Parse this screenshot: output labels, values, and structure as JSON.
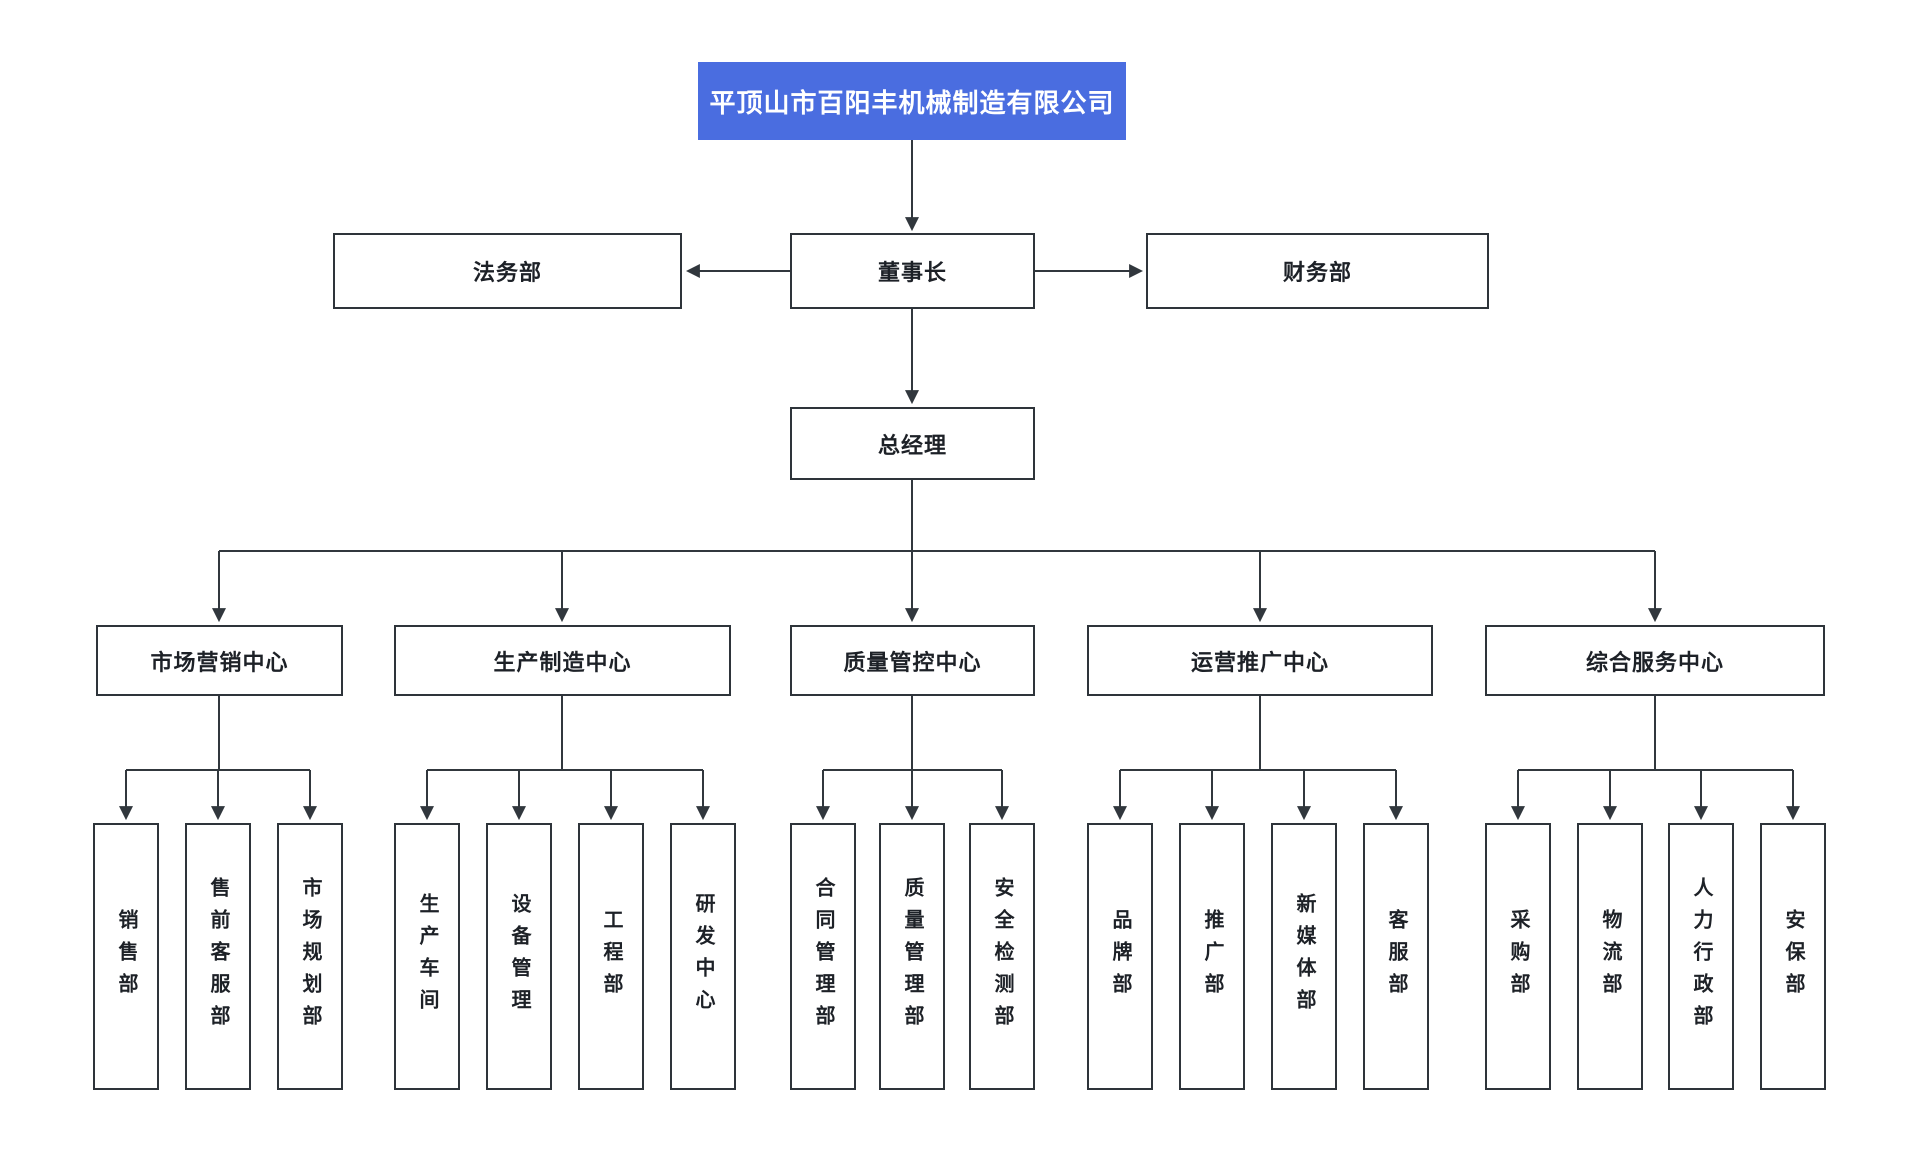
{
  "diagram_type": "org-chart",
  "colors": {
    "root_background": "#4a6de0",
    "root_text": "#ffffff",
    "box_background": "#ffffff",
    "box_border": "#2e343a",
    "connector_line": "#31373d",
    "label_text": "#1d2127"
  },
  "root": {
    "label": "平顶山市百阳丰机械制造有限公司"
  },
  "level2": [
    {
      "label": "法务部"
    },
    {
      "label": "董事长"
    },
    {
      "label": "财务部"
    }
  ],
  "level3": {
    "label": "总经理"
  },
  "centers": [
    {
      "label": "市场营销中心",
      "departments": [
        "销售部",
        "售前客服部",
        "市场规划部"
      ]
    },
    {
      "label": "生产制造中心",
      "departments": [
        "生产车间",
        "设备管理",
        "工程部",
        "研发中心"
      ]
    },
    {
      "label": "质量管控中心",
      "departments": [
        "合同管理部",
        "质量管理部",
        "安全检测部"
      ]
    },
    {
      "label": "运营推广中心",
      "departments": [
        "品牌部",
        "推广部",
        "新媒体部",
        "客服部"
      ]
    },
    {
      "label": "综合服务中心",
      "departments": [
        "采购部",
        "物流部",
        "人力行政部",
        "安保部"
      ]
    }
  ]
}
